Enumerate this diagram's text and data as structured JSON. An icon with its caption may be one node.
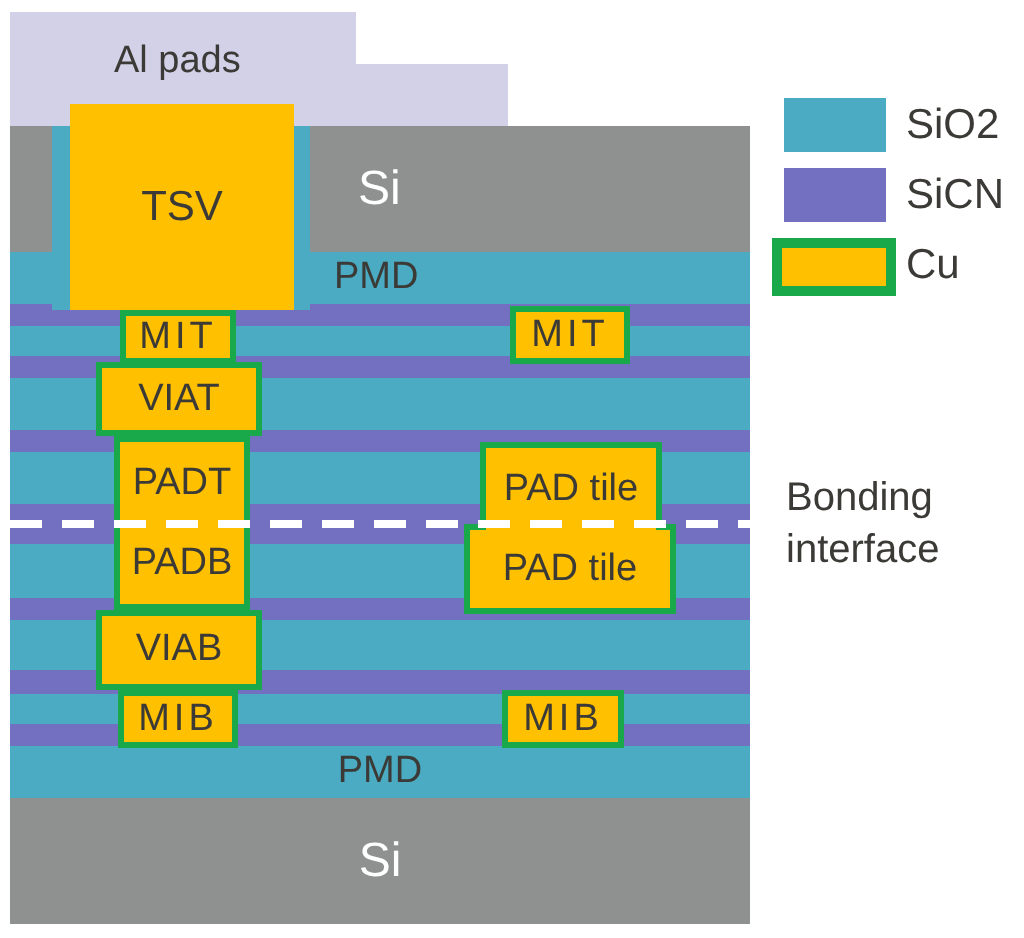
{
  "diagram": {
    "nodes": [
      {
        "text": [
          "Al pads"
        ]
      },
      {
        "text": [
          "Si"
        ]
      },
      {
        "text": [
          "TSV"
        ]
      },
      {
        "text": [
          "PMD"
        ]
      },
      {
        "text": [
          "MIT"
        ]
      },
      {
        "text": [
          "MIT"
        ]
      },
      {
        "text": [
          "VIAT"
        ]
      },
      {
        "text": [
          "PADT"
        ]
      },
      {
        "text": [
          "PAD tile"
        ]
      },
      {
        "text": [
          "PADB"
        ]
      },
      {
        "text": [
          "PAD tile"
        ]
      },
      {
        "text": [
          "VIAB"
        ]
      },
      {
        "text": [
          "MIB"
        ]
      },
      {
        "text": [
          "MIB"
        ]
      },
      {
        "text": [
          "PMD"
        ]
      },
      {
        "text": [
          "Si"
        ]
      }
    ],
    "labels": [
      "Bonding interface"
    ],
    "legend": [
      {
        "text": "SiO2",
        "color": "#4aabc2"
      },
      {
        "text": "SiCN",
        "color": "#7470c1"
      },
      {
        "text": "Cu",
        "color": "#ffc000"
      }
    ]
  }
}
